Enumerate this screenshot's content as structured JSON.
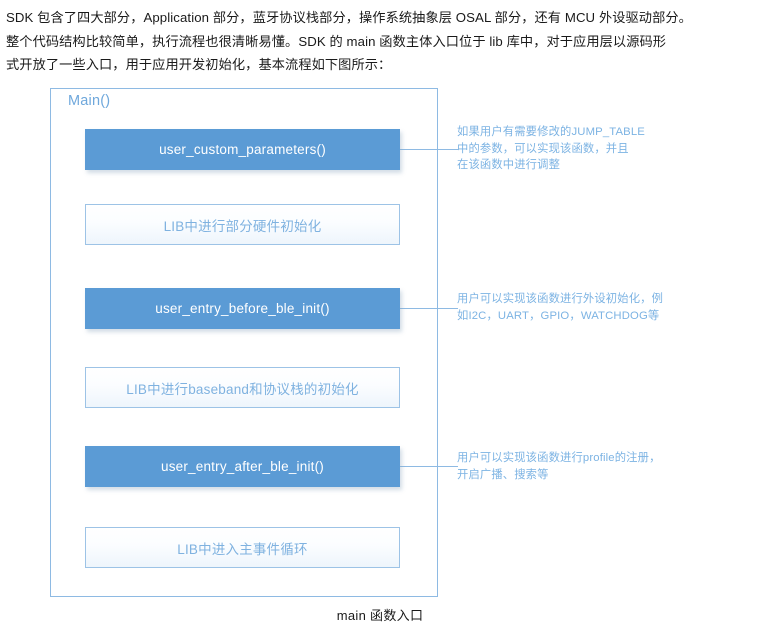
{
  "intro": {
    "line1": "SDK 包含了四大部分，Application 部分，蓝牙协议栈部分，操作系统抽象层 OSAL 部分，还有 MCU 外设驱动部分。",
    "line2": "整个代码结构比较简单，执行流程也很清晰易懂。SDK 的 main 函数主体入口位于 lib 库中，对于应用层以源码形",
    "line3": "式开放了一些入口，用于应用开发初始化，基本流程如下图所示："
  },
  "diagram": {
    "container_label": "Main()",
    "caption": "main 函数入口",
    "colors": {
      "filled_box": "#5B9BD5",
      "filled_box_text": "#FFFFFF",
      "light_box_border": "#9DC3E6",
      "light_box_text": "#7FB2E0",
      "container_border": "#8EBAE3",
      "annotation_text": "#7CB3E3",
      "connector": "#8EBAE3"
    },
    "boxes": [
      {
        "label": "user_custom_parameters()",
        "style": "filled"
      },
      {
        "label": "LIB中进行部分硬件初始化",
        "style": "light"
      },
      {
        "label": "user_entry_before_ble_init()",
        "style": "filled"
      },
      {
        "label": "LIB中进行baseband和协议栈的初始化",
        "style": "light"
      },
      {
        "label": "user_entry_after_ble_init()",
        "style": "filled"
      },
      {
        "label": "LIB中进入主事件循环",
        "style": "light"
      }
    ],
    "annotations": [
      {
        "line1": "如果用户有需要修改的JUMP_TABLE",
        "line2": "中的参数，可以实现该函数，并且",
        "line3": "在该函数中进行调整"
      },
      {
        "line1": "用户可以实现该函数进行外设初始化，例",
        "line2": "如I2C，UART，GPIO，WATCHDOG等",
        "line3": ""
      },
      {
        "line1": "用户可以实现该函数进行profile的注册，",
        "line2": "开启广播、搜索等",
        "line3": ""
      }
    ]
  }
}
